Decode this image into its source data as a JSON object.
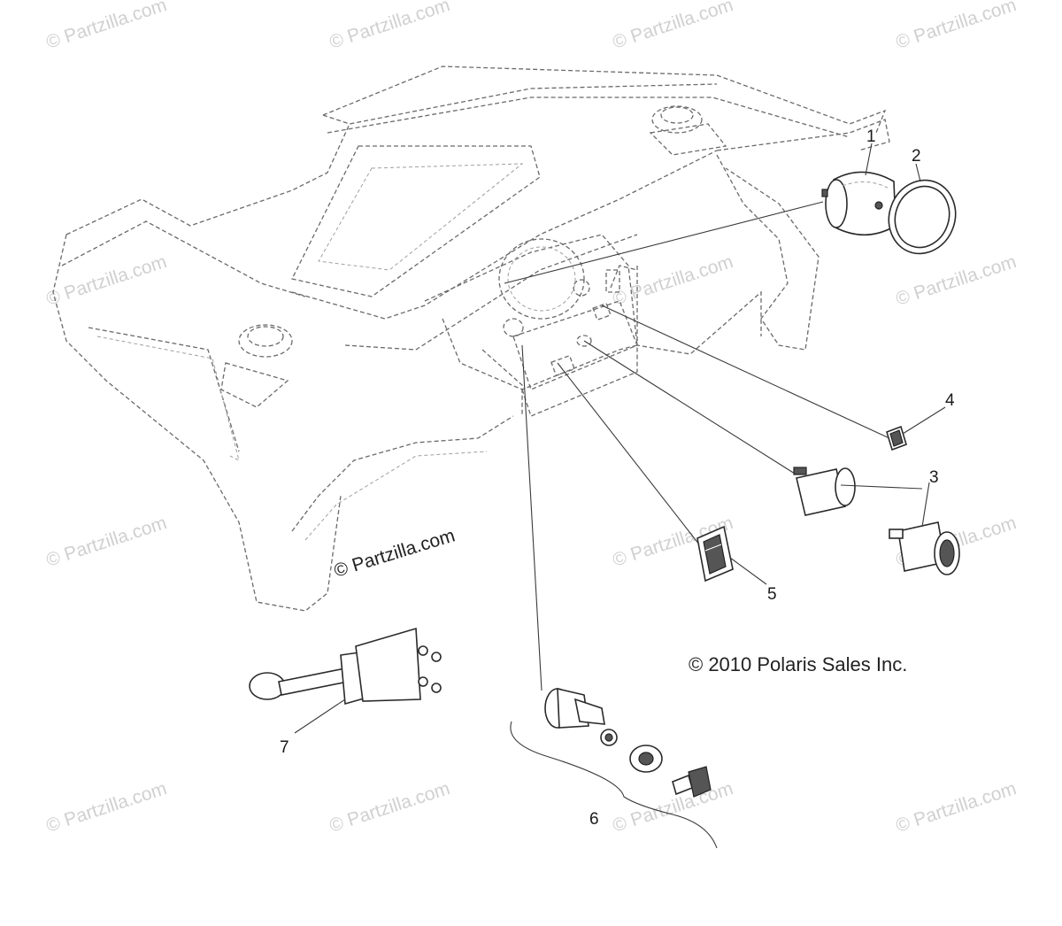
{
  "watermark": {
    "text": "© Partzilla.com",
    "instances": 14
  },
  "callouts": {
    "c1": "1",
    "c2": "2",
    "c3": "3",
    "c4": "4",
    "c5": "5",
    "c6": "6",
    "c7": "7"
  },
  "copyright": "© 2010 Polaris Sales Inc.",
  "center_watermark": "© Partzilla.com",
  "colors": {
    "background": "#ffffff",
    "linework": "#2a2a2a",
    "watermark": "#d0d0d0"
  }
}
